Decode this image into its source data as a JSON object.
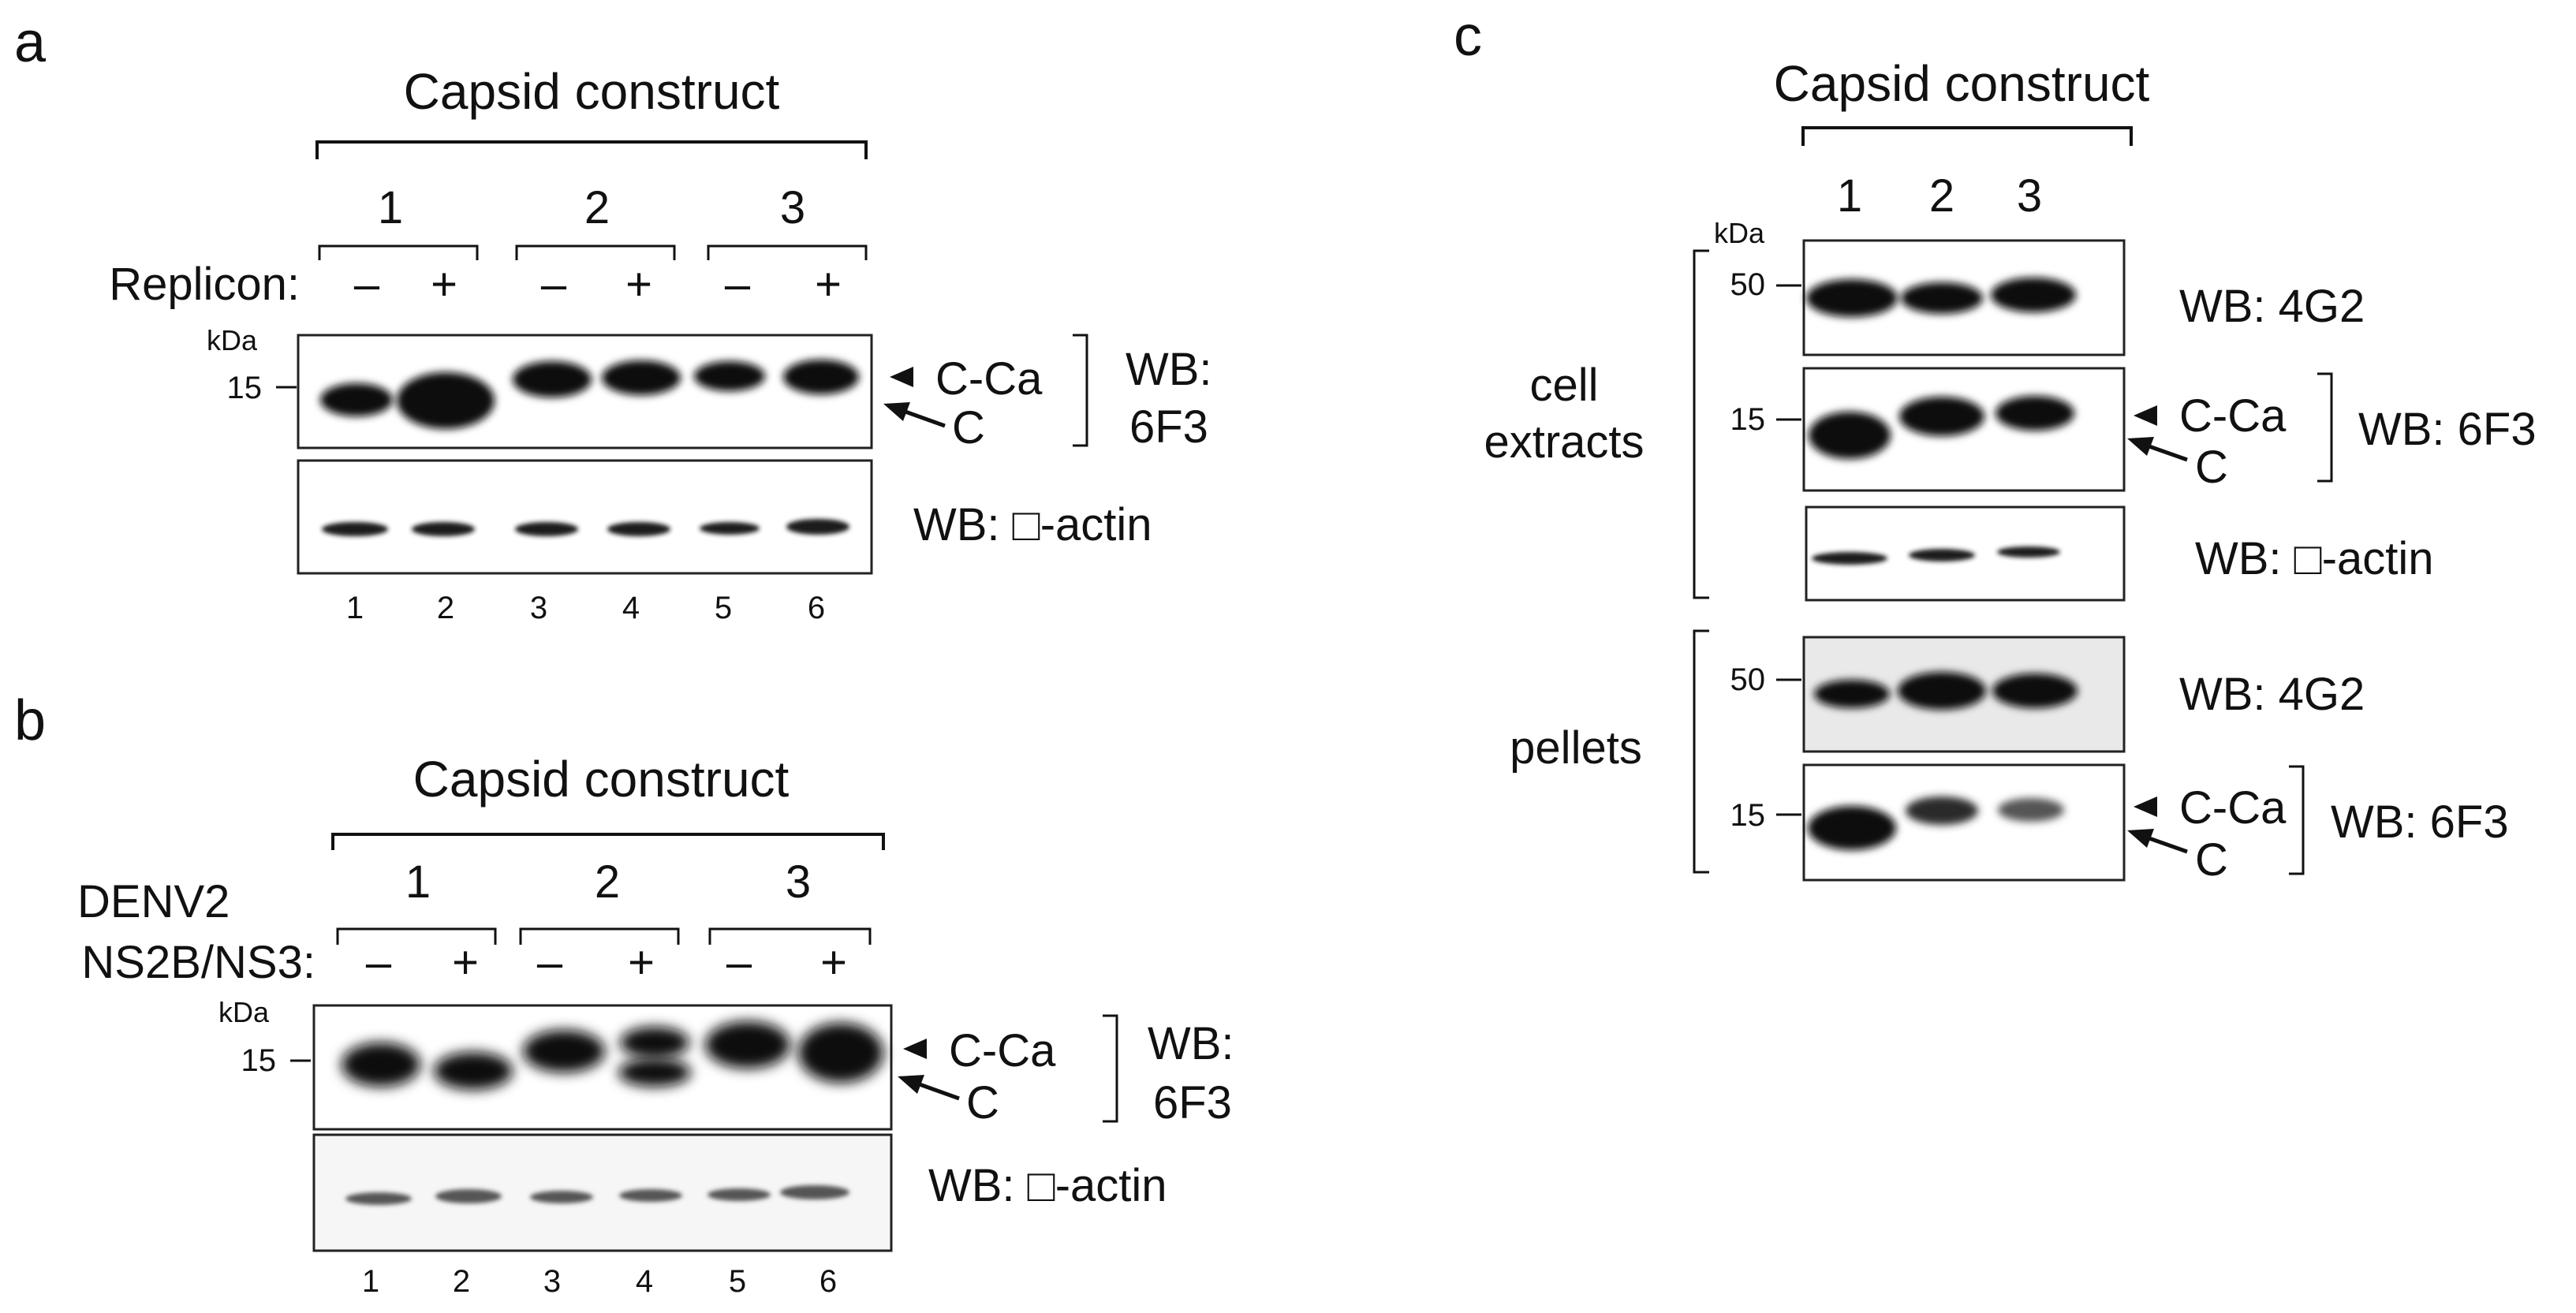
{
  "panels": {
    "a": {
      "letter": "a",
      "title": "Capsid construct",
      "groups": [
        "1",
        "2",
        "3"
      ],
      "row_label": "Replicon:",
      "signs": [
        "–",
        "+",
        "–",
        "+",
        "–",
        "+"
      ],
      "kda": "kDa",
      "marker": "15",
      "band_upper": "C-Ca",
      "band_lower": "C",
      "wb_top_line1": "WB:",
      "wb_top_line2": "6F3",
      "wb_bottom": "WB: □-actin",
      "lanes": [
        "1",
        "2",
        "3",
        "4",
        "5",
        "6"
      ]
    },
    "b": {
      "letter": "b",
      "title": "Capsid construct",
      "groups": [
        "1",
        "2",
        "3"
      ],
      "row_label_line1": "DENV2",
      "row_label_line2": "NS2B/NS3:",
      "signs": [
        "–",
        "+",
        "–",
        "+",
        "–",
        "+"
      ],
      "kda": "kDa",
      "marker": "15",
      "band_upper": "C-Ca",
      "band_lower": "C",
      "wb_top_line1": "WB:",
      "wb_top_line2": "6F3",
      "wb_bottom": "WB: □-actin",
      "lanes": [
        "1",
        "2",
        "3",
        "4",
        "5",
        "6"
      ]
    },
    "c": {
      "letter": "c",
      "title": "Capsid construct",
      "groups": [
        "1",
        "2",
        "3"
      ],
      "kda": "kDa",
      "section_cell_line1": "cell",
      "section_cell_line2": "extracts",
      "section_pellets": "pellets",
      "marker_50_a": "50",
      "marker_15_a": "15",
      "marker_50_b": "50",
      "marker_15_b": "15",
      "wb_4g2_a": "WB: 4G2",
      "wb_6f3_a": "WB: 6F3",
      "wb_actin": "WB: □-actin",
      "wb_4g2_b": "WB: 4G2",
      "wb_6f3_b": "WB: 6F3",
      "band_upper_a": "C-Ca",
      "band_lower_a": "C",
      "band_upper_b": "C-Ca",
      "band_lower_b": "C"
    }
  }
}
